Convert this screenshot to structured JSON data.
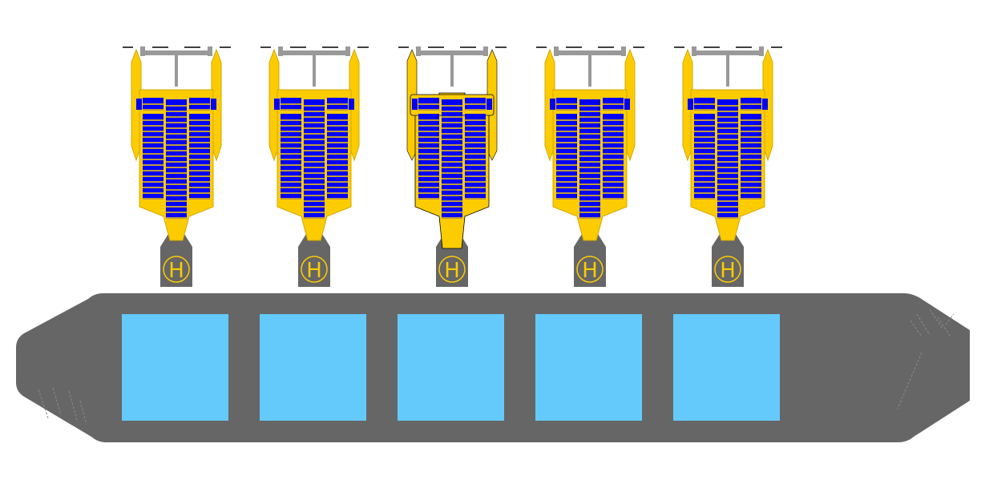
{
  "colors": {
    "background": "#ffffff",
    "hull": "#666666",
    "bay": "#64cafc",
    "vessel_body": "#fccc00",
    "vessel_outline": "#d4a800",
    "solar_panel": "#0000fa",
    "rotor": "#000000",
    "pad": "#666666",
    "strut": "#999999"
  },
  "helipad_label": "H",
  "platform": {
    "bay_count": 5,
    "helipad_count": 5
  },
  "vessels": [
    {
      "variant": "standard"
    },
    {
      "variant": "standard"
    },
    {
      "variant": "extended"
    },
    {
      "variant": "standard"
    },
    {
      "variant": "standard"
    }
  ]
}
